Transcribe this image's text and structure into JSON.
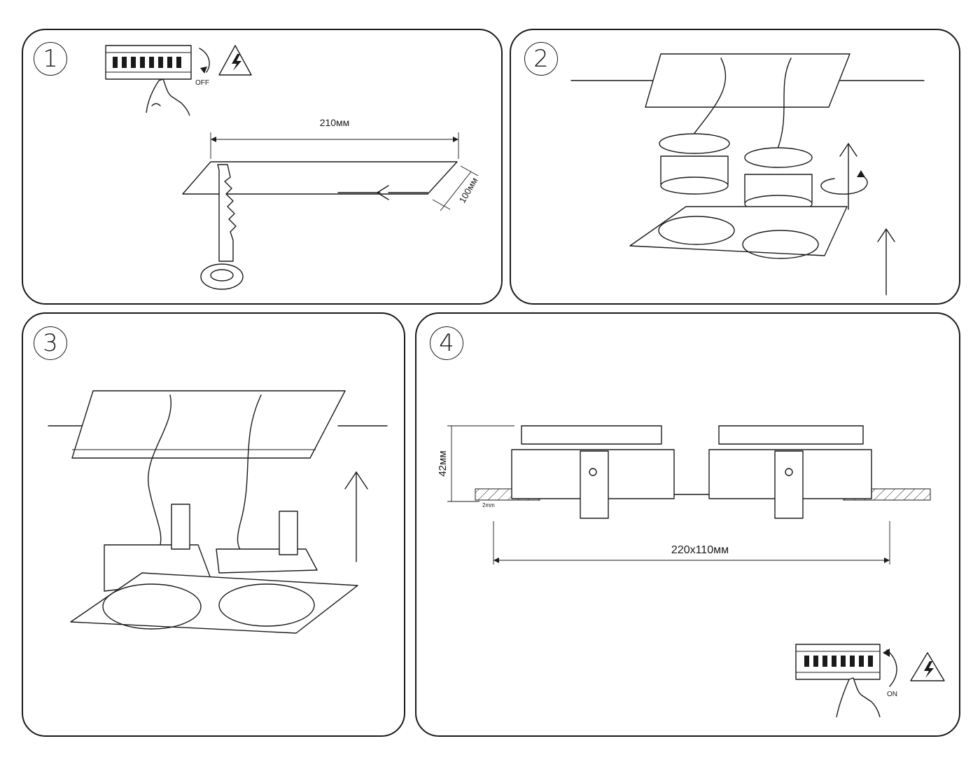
{
  "steps": [
    {
      "number": "1",
      "breaker_state": "OFF",
      "cut_width": "210мм",
      "cut_height": "100мм"
    },
    {
      "number": "2"
    },
    {
      "number": "3"
    },
    {
      "number": "4",
      "mount_height": "42мм",
      "panel_thickness": "2mm",
      "frame_size": "220x110мм",
      "breaker_state": "ON"
    }
  ],
  "icons": [
    "high-voltage-warning-icon",
    "circuit-breaker-icon",
    "hand-icon",
    "jigsaw-icon",
    "rotate-icon",
    "up-arrow-icon"
  ]
}
